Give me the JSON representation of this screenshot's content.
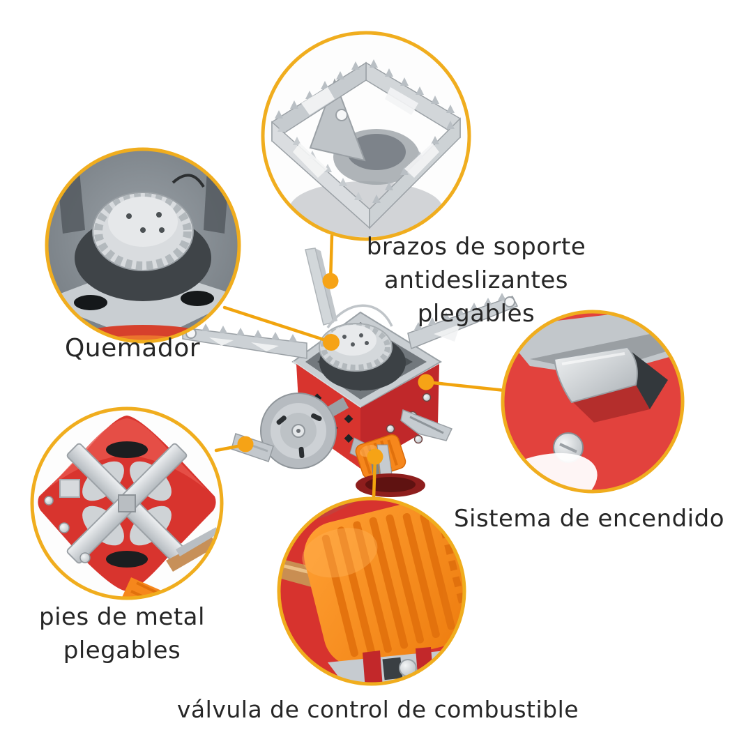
{
  "page": {
    "type": "product-callout-diagram",
    "language": "es",
    "background": "#ffffff"
  },
  "colors": {
    "accent_line": "#F1A40E",
    "anchor_dot": "#F6A316",
    "bubble_border": "#F0AD1E",
    "product_red": "#D8342E",
    "product_red_dark": "#C0282A",
    "knob_orange": "#F6871C",
    "metal_silver": "#C9CED2",
    "brass": "#C98E52",
    "text": "#262626"
  },
  "callouts": [
    {
      "id": "brazos",
      "label": "brazos de soporte antideslizantes plegables",
      "lines": [
        "brazos de soporte",
        "antideslizantes plegables"
      ]
    },
    {
      "id": "quemador",
      "label": "Quemador",
      "lines": [
        "Quemador"
      ]
    },
    {
      "id": "encendido",
      "label": "Sistema de encendido",
      "lines": [
        "Sistema de encendido"
      ]
    },
    {
      "id": "pies",
      "label": "pies de metal plegables",
      "lines": [
        "pies de metal",
        "plegables"
      ]
    },
    {
      "id": "valvula",
      "label": "válvula de control de combustible",
      "lines": [
        "válvula de control de combustible"
      ]
    }
  ]
}
